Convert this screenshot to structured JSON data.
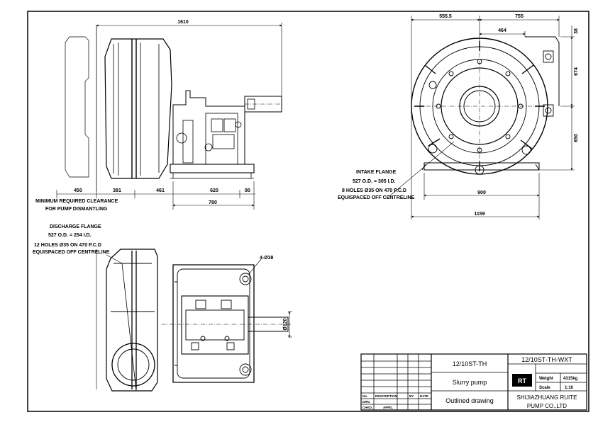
{
  "drawing": {
    "side_view": {
      "overall_length": "1610",
      "clearance_dim": "450",
      "casing_dim": "381",
      "frame_offset": "461",
      "base_length": "620",
      "base_end": "80",
      "base_total": "780",
      "clearance_note_1": "MINIMUM REQUIRED CLEARANCE",
      "clearance_note_2": "FOR PUMP DISMANTLING"
    },
    "end_view": {
      "left_width": "555.5",
      "right_width": "755",
      "inner_width": "464",
      "top_offset": "38",
      "upper_height": "674",
      "lower_height": "650",
      "base_width": "900",
      "overall_width": "1159",
      "intake_title": "INTAKE FLANGE",
      "intake_od": "527 O.D. = 305 I.D.",
      "intake_holes": "8 HOLES Ø35 ON 470 P.C.D",
      "intake_equi": "EQUISPACED OFF CENTRELINE"
    },
    "plan_view": {
      "discharge_title": "DISCHARGE FLANGE",
      "discharge_od": "527 O.D. = 254 I.D.",
      "discharge_holes": "12 HOLES Ø35 ON 470 P.C.D",
      "discharge_equi": "EQUISPACED OFF CENTRELINE",
      "bolt_callout": "4-Ø38",
      "shaft_dia": "Ø120"
    }
  },
  "title_block": {
    "model": "12/10ST-TH",
    "drawing_no": "12/10ST-TH-WXT",
    "name": "Slurry pump",
    "drawing_type": "Outlined drawing",
    "logo": "RT",
    "weight_label": "Weight",
    "weight_value": "4315kg",
    "scale_label": "Scale",
    "scale_value": "1:10",
    "company_1": "SHIJIAZHUANG RUITE",
    "company_2": "PUMP CO.,LTD",
    "rev_headers": [
      "No.",
      "DESCRIPTION",
      "BY",
      "DATE"
    ],
    "sign_rows": [
      "DRN.",
      "CHKD.",
      "APPD."
    ]
  }
}
